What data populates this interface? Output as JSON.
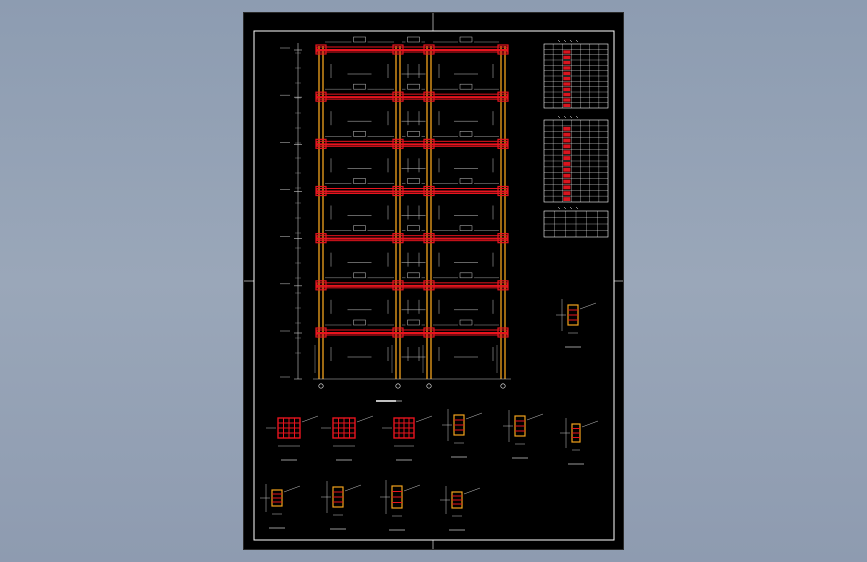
{
  "palette": {
    "background": "#8d9cb1",
    "sheet": "#000000",
    "beam": "#e8141e",
    "column": "#f2a21c",
    "dimension": "#c8c8c8",
    "annotation": "#ffffff",
    "table_fill": "#d8141e"
  },
  "drawing": {
    "elevation_frame": {
      "storeys": 7,
      "bays": 3
    },
    "section_details": {
      "row_one": 6,
      "row_two": 4
    },
    "rebar_tables": 3
  }
}
